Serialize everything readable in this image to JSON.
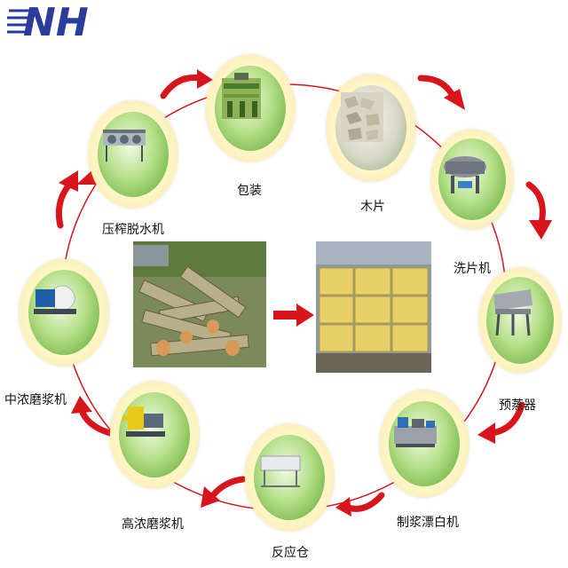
{
  "logo": {
    "text": "NH"
  },
  "steps": [
    {
      "id": "baozhuang",
      "label": "包装",
      "icon": "baler-machine-photo"
    },
    {
      "id": "mupian",
      "label": "木片",
      "icon": "wood-chips-photo"
    },
    {
      "id": "xipianji",
      "label": "洗片机",
      "icon": "chip-washer-photo"
    },
    {
      "id": "yuzhengqi",
      "label": "预蒸器",
      "icon": "pre-steamer-photo"
    },
    {
      "id": "zhijiang",
      "label": "制浆漂白机",
      "icon": "pulping-bleaching-machine-photo"
    },
    {
      "id": "fanyingcang",
      "label": "反应仓",
      "icon": "reaction-bin-photo"
    },
    {
      "id": "gaonong",
      "label": "高浓磨浆机",
      "icon": "high-consistency-refiner-photo"
    },
    {
      "id": "zhongnong",
      "label": "中浓磨浆机",
      "icon": "medium-consistency-refiner-photo"
    },
    {
      "id": "yazha",
      "label": "压榨脱水机",
      "icon": "screw-press-dewatering-photo"
    }
  ],
  "center": {
    "left_photo": "logs-photo",
    "right_photo": "pulp-bales-photo",
    "arrow": "right-arrow-icon"
  },
  "colors": {
    "brand": "#2b3d9a",
    "arrow": "#d8141d",
    "ring": "#d8141d",
    "node_green": "#5aa52a"
  }
}
